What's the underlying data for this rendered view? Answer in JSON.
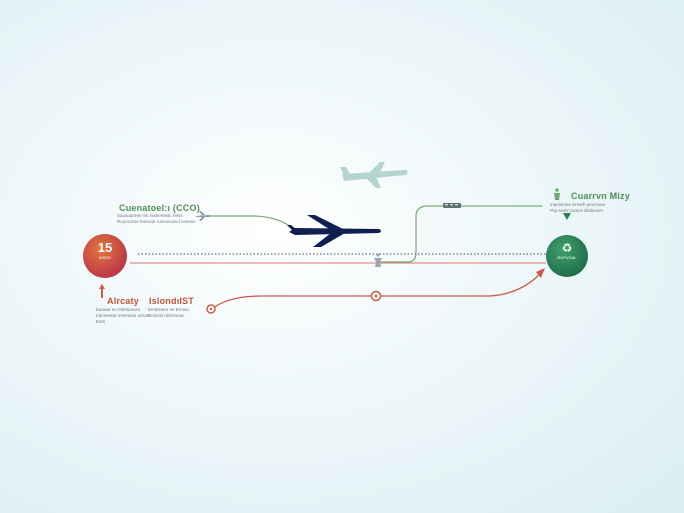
{
  "nodes": {
    "origin": {
      "glyph": "15",
      "sub": "WSEG",
      "colors": [
        "#e2773c",
        "#b8334a"
      ]
    },
    "destination": {
      "glyph": "♻",
      "sub": "RUPVGAL",
      "colors": [
        "#3fa06c",
        "#1f6b47"
      ]
    }
  },
  "labels": {
    "top_left": {
      "title": "Cuenatoel:ı (CCO)",
      "line1": "Sauxoarmle mn rsseemeal, hess",
      "line2": "Ruoocome lnecsoe ruvrseooscl nsnene"
    },
    "top_right": {
      "title": "Cuarrvn Mizy",
      "line1": "Inauiomee Ermeh peomoos",
      "line2": "Pvp Ievnl cumes Elaloone!"
    },
    "bottom_left": {
      "title": "Alrcaty",
      "line1": "Eaoaar eo ntsrtuceom",
      "line2": "Iranmeear omenens ansoe",
      "line3": "Eam"
    },
    "bottom_mid": {
      "title": "IslondıIST",
      "line1": "Emelsemr en Ermao",
      "line2": "Dosnmn tilsinseac"
    }
  },
  "colors": {
    "green": "#4f8f57",
    "red": "#c9523e",
    "navy": "#0f1f4f",
    "ghost_plane": "#9ec8bf"
  },
  "icons": [
    "airplane-icon",
    "ghost-airplane-icon",
    "small-plane-icon",
    "train-icon",
    "person-icon",
    "pin-icon",
    "arrow-down-icon"
  ]
}
